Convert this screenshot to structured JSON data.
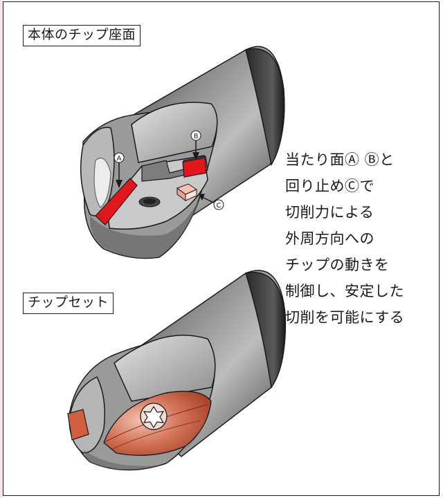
{
  "figure": {
    "top_label": "本体のチップ座面",
    "bottom_label": "チップセット",
    "markers": {
      "a": "A",
      "b": "B",
      "c": "C"
    },
    "description_lines": [
      "当たり面Ⓐ Ⓑと",
      "回り止めⒸで",
      "切削力による",
      "外周方向への",
      "チップの動きを",
      "制御し、安定した",
      "切削を可能にする"
    ]
  },
  "colors": {
    "body_gray": "#8a8a8a",
    "dark_gray": "#3a3a3a",
    "seat_red": "#e3161c",
    "insert_copper": "#c8644a"
  }
}
